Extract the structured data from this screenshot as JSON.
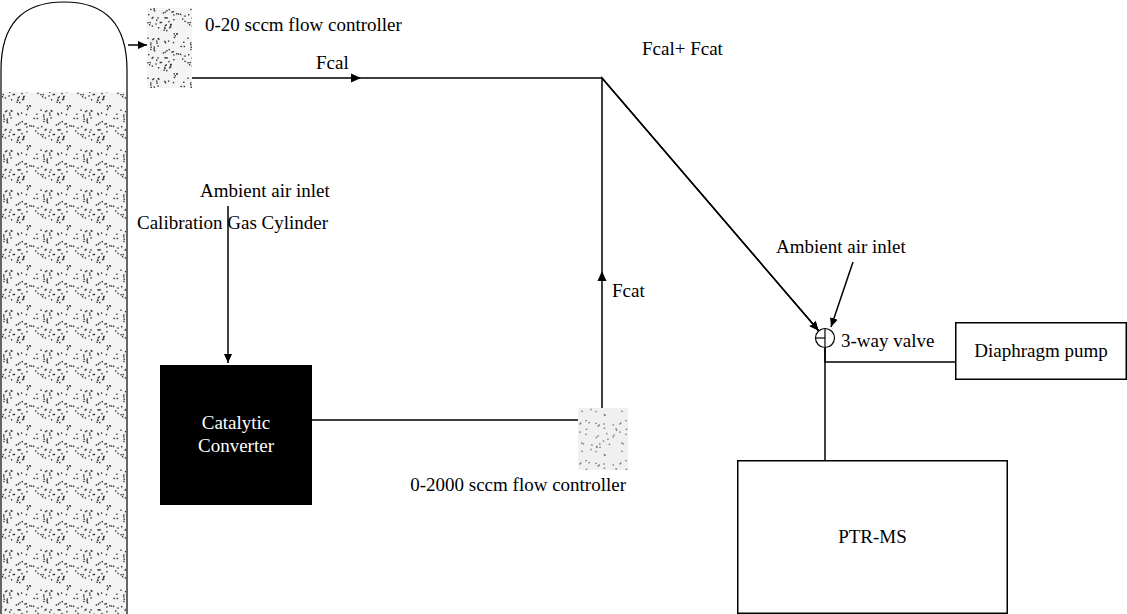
{
  "diagram": {
    "nodes": [
      {
        "text": [
          "Calibration Gas Cylinder"
        ]
      },
      {
        "text": [
          "0-20 sccm flow controller"
        ]
      },
      {
        "text": [
          "Catalytic Converter"
        ]
      },
      {
        "text": [
          "0-2000 sccm flow controller"
        ]
      },
      {
        "text": [
          "3-way valve"
        ]
      },
      {
        "text": [
          "Diaphragm pump"
        ]
      },
      {
        "text": [
          "PTR-MS"
        ]
      }
    ],
    "edges": [
      {
        "from": 0,
        "to": 1,
        "arrow": "to"
      },
      {
        "from": 1,
        "to": 4,
        "arrow": "to"
      },
      {
        "from": 2,
        "to": 3,
        "arrow": "none"
      },
      {
        "from": 3,
        "to": 4,
        "arrow": "to"
      },
      {
        "from": 4,
        "to": 6,
        "arrow": "none"
      },
      {
        "from": 4,
        "to": 5,
        "arrow": "none"
      }
    ],
    "labels": [
      "Fcal",
      "Fcal+ Fcat",
      "Fcat",
      "Ambient air inlet",
      "Ambient air inlet"
    ]
  }
}
